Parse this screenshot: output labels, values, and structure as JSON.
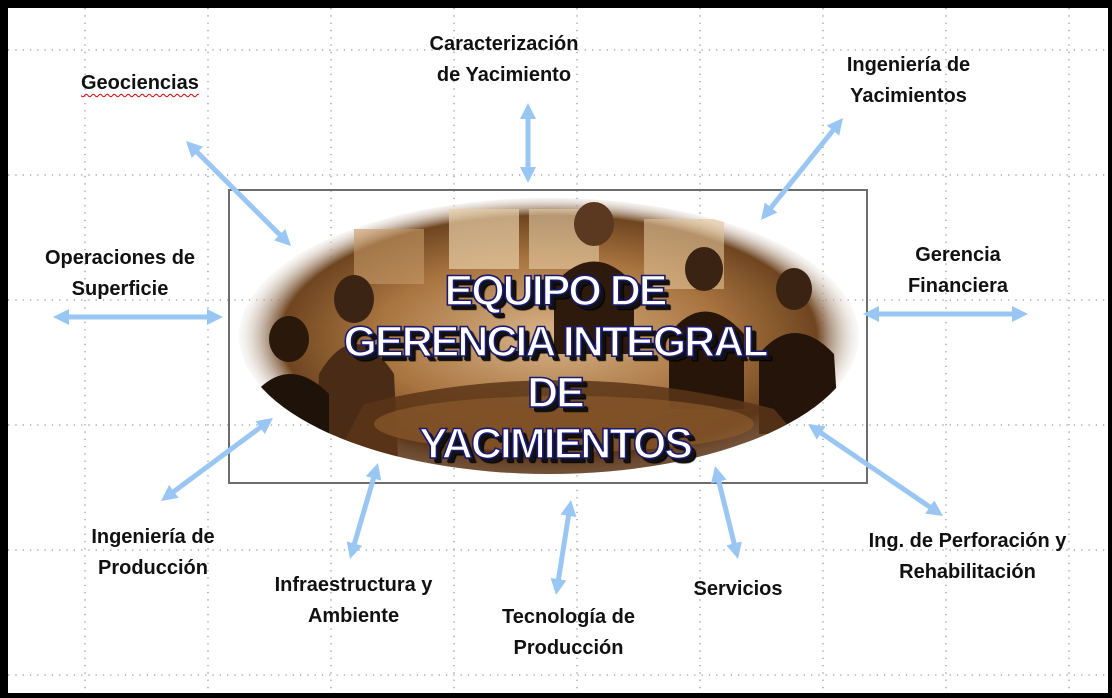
{
  "center_title": [
    "EQUIPO DE",
    "GERENCIA INTEGRAL",
    "DE",
    "YACIMIENTOS"
  ],
  "colors": {
    "arrow": "#99c6f2",
    "frame": "#6d6d6d",
    "grid_dots": "#9a9a9a",
    "photo_tone": "#7a4a22",
    "title_fill": "#ffffff",
    "title_outline": "#1a1a70"
  },
  "labels": {
    "geociencias": [
      "Geociencias"
    ],
    "caracterizacion": [
      "Caracterización",
      "de Yacimiento"
    ],
    "ingenieria_yacimientos": [
      "Ingeniería de",
      "Yacimientos"
    ],
    "operaciones_superficie": [
      "Operaciones de",
      "Superficie"
    ],
    "gerencia_financiera": [
      "Gerencia",
      "Financiera"
    ],
    "ingenieria_produccion": [
      "Ingeniería de",
      "Producción"
    ],
    "infraestructura": [
      "Infraestructura y",
      "Ambiente"
    ],
    "tecnologia": [
      "Tecnología de",
      "Producción"
    ],
    "servicios": [
      "Servicios"
    ],
    "perforacion": [
      "Ing. de Perforación y",
      "Rehabilitación"
    ]
  }
}
